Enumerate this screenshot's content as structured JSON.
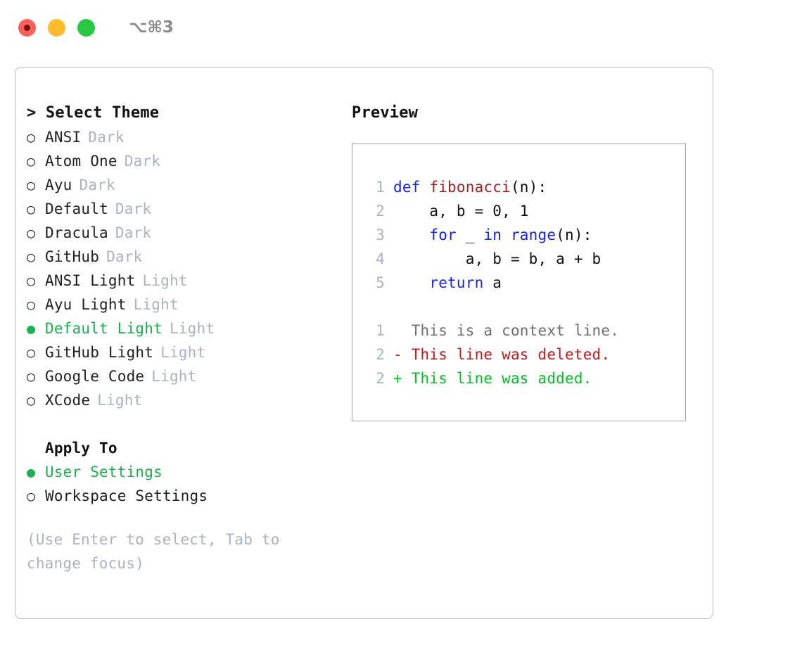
{
  "titlebar": {
    "dots": [
      {
        "name": "close-button",
        "color": "#fb6158"
      },
      {
        "name": "minimize-button",
        "color": "#febc2e"
      },
      {
        "name": "maximize-button",
        "color": "#28c840"
      }
    ],
    "shortcut": "⌥⌘3"
  },
  "theme_list": {
    "header": "> Select Theme",
    "items": [
      {
        "bullet": "○",
        "label": "ANSI",
        "tag": "Dark",
        "selected": false
      },
      {
        "bullet": "○",
        "label": "Atom One",
        "tag": "Dark",
        "selected": false
      },
      {
        "bullet": "○",
        "label": "Ayu",
        "tag": "Dark",
        "selected": false
      },
      {
        "bullet": "○",
        "label": "Default",
        "tag": "Dark",
        "selected": false
      },
      {
        "bullet": "○",
        "label": "Dracula",
        "tag": "Dark",
        "selected": false
      },
      {
        "bullet": "○",
        "label": "GitHub",
        "tag": "Dark",
        "selected": false
      },
      {
        "bullet": "○",
        "label": "ANSI Light",
        "tag": "Light",
        "selected": false
      },
      {
        "bullet": "○",
        "label": "Ayu Light",
        "tag": "Light",
        "selected": false
      },
      {
        "bullet": "●",
        "label": "Default Light",
        "tag": "Light",
        "selected": true
      },
      {
        "bullet": "○",
        "label": "GitHub Light",
        "tag": "Light",
        "selected": false
      },
      {
        "bullet": "○",
        "label": "Google Code",
        "tag": "Light",
        "selected": false
      },
      {
        "bullet": "○",
        "label": "XCode",
        "tag": "Light",
        "selected": false
      }
    ]
  },
  "apply_to": {
    "header": "Apply To",
    "items": [
      {
        "bullet": "●",
        "label": "User Settings",
        "selected": true
      },
      {
        "bullet": "○",
        "label": "Workspace Settings",
        "selected": false
      }
    ]
  },
  "hint": "(Use Enter to select, Tab to change focus)",
  "preview": {
    "title": "Preview",
    "code_lines": [
      {
        "number": "1",
        "tokens": [
          {
            "text": "def ",
            "kind": "kw"
          },
          {
            "text": "fibonacci",
            "kind": "fn"
          },
          {
            "text": "(n):",
            "kind": "txt"
          }
        ]
      },
      {
        "number": "2",
        "tokens": [
          {
            "text": "    a, b = 0, 1",
            "kind": "txt"
          }
        ]
      },
      {
        "number": "3",
        "tokens": [
          {
            "text": "    ",
            "kind": "txt"
          },
          {
            "text": "for",
            "kind": "kw"
          },
          {
            "text": " _ ",
            "kind": "txt"
          },
          {
            "text": "in range",
            "kind": "kw"
          },
          {
            "text": "(n):",
            "kind": "txt"
          }
        ]
      },
      {
        "number": "4",
        "tokens": [
          {
            "text": "        a, b = b, a + b",
            "kind": "txt"
          }
        ]
      },
      {
        "number": "5",
        "tokens": [
          {
            "text": "    ",
            "kind": "txt"
          },
          {
            "text": "return",
            "kind": "kw"
          },
          {
            "text": " a",
            "kind": "txt"
          }
        ]
      }
    ],
    "diff_lines": [
      {
        "number": "1",
        "marker": "  ",
        "text": "This is a context line.",
        "kind": "context"
      },
      {
        "number": "2",
        "marker": "- ",
        "text": "This line was deleted.",
        "kind": "del"
      },
      {
        "number": "2",
        "marker": "+ ",
        "text": "This line was added.",
        "kind": "add"
      }
    ]
  },
  "colors": {
    "accent_green": "#16b24b",
    "muted": "#a9b3c1",
    "keyword_blue": "#1622f0",
    "function_red": "#a71d1d",
    "diff_add": "#00bf22",
    "diff_del": "#c0191b",
    "border": "#b3bcca"
  }
}
